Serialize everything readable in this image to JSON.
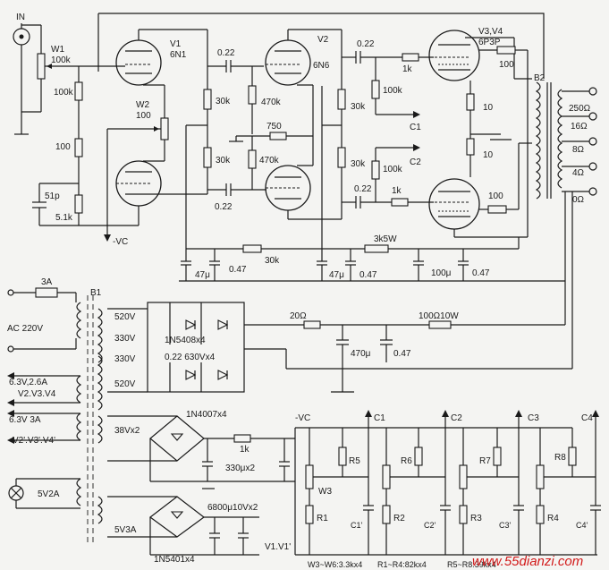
{
  "input": {
    "in_label": "IN",
    "w1_name": "W1",
    "w1_value": "100k"
  },
  "preamp": {
    "v1_name": "V1",
    "v1_type": "6N1",
    "w2_name": "W2",
    "w2_value": "100",
    "r_100k": "100k",
    "r_100": "100",
    "c_51p": "51p",
    "r_5k1": "5.1k",
    "vc_label": "-VC",
    "c1_value": "0.22",
    "c2_value": "0.22",
    "r30k_a": "30k",
    "r30k_b": "30k"
  },
  "driver": {
    "v2_name": "V2",
    "v2_type": "6N6",
    "r470k_a": "470k",
    "r470k_b": "470k",
    "r750": "750",
    "c3_value": "0.22",
    "c4_value": "0.22",
    "r30k_c": "30k",
    "r30k_d": "30k"
  },
  "output": {
    "v34_name": "V3,V4",
    "v34_type": "6P3P",
    "r1k_a": "1k",
    "r1k_b": "1k",
    "r100k_a": "100k",
    "r100k_b": "100k",
    "r10_a": "10",
    "r10_b": "10",
    "r100_a": "100",
    "r100_b": "100",
    "c1_tap": "C1",
    "c2_tap": "C2",
    "b2_name": "B2",
    "taps": [
      "250Ω",
      "16Ω",
      "8Ω",
      "4Ω",
      "0Ω"
    ]
  },
  "decoupling": {
    "c47a": "47μ",
    "c047a": "0.47",
    "r30k": "30k",
    "r3k5w": "3k5W",
    "c47b": "47μ",
    "c047b": "0.47",
    "c100": "100μ",
    "c047c": "0.47"
  },
  "power": {
    "fuse": "3A",
    "ac": "AC 220V",
    "b1_name": "B1",
    "v520a": "520V",
    "v330a": "330V",
    "v330b": "330V",
    "v520b": "520V",
    "diodes_hv": "1N5408x4",
    "caps_hv": "0.22  630Vx4",
    "r20": "20Ω",
    "r100_10w": "100Ω10W",
    "c470": "470μ",
    "c047d": "0.47",
    "fil1": "6.3V,2.6A",
    "fil1_tubes": "V2.V3.V4",
    "fil2": "6.3V  3A",
    "fil2_tubes": "V2'.V3'.V4'",
    "lamp": "5V2A",
    "bias_wind": "38Vx2",
    "bias_diodes": "1N4007x4",
    "r1k": "1k",
    "c330": "330μx2",
    "rect_wind": "5V3A",
    "rect_diodes": "1N5401x4",
    "rect_caps": "6800μ10Vx2",
    "rect_out": "V1.V1'"
  },
  "bias": {
    "vc": "-VC",
    "taps": [
      "C1",
      "C2",
      "C3",
      "C4"
    ],
    "r5": "R5",
    "r6": "R6",
    "r7": "R7",
    "r8": "R8",
    "w3": "W3",
    "r1": "R1",
    "r2": "R2",
    "r3": "R3",
    "r4": "R4",
    "caps": [
      "C1'",
      "C2'",
      "C3'",
      "C4'"
    ],
    "legend1": "W3~W6:3.3kx4",
    "legend2": "R1~R4:82kx4",
    "legend3": "R5~R8:39kx4"
  },
  "watermark": "www.55dianzi.com"
}
